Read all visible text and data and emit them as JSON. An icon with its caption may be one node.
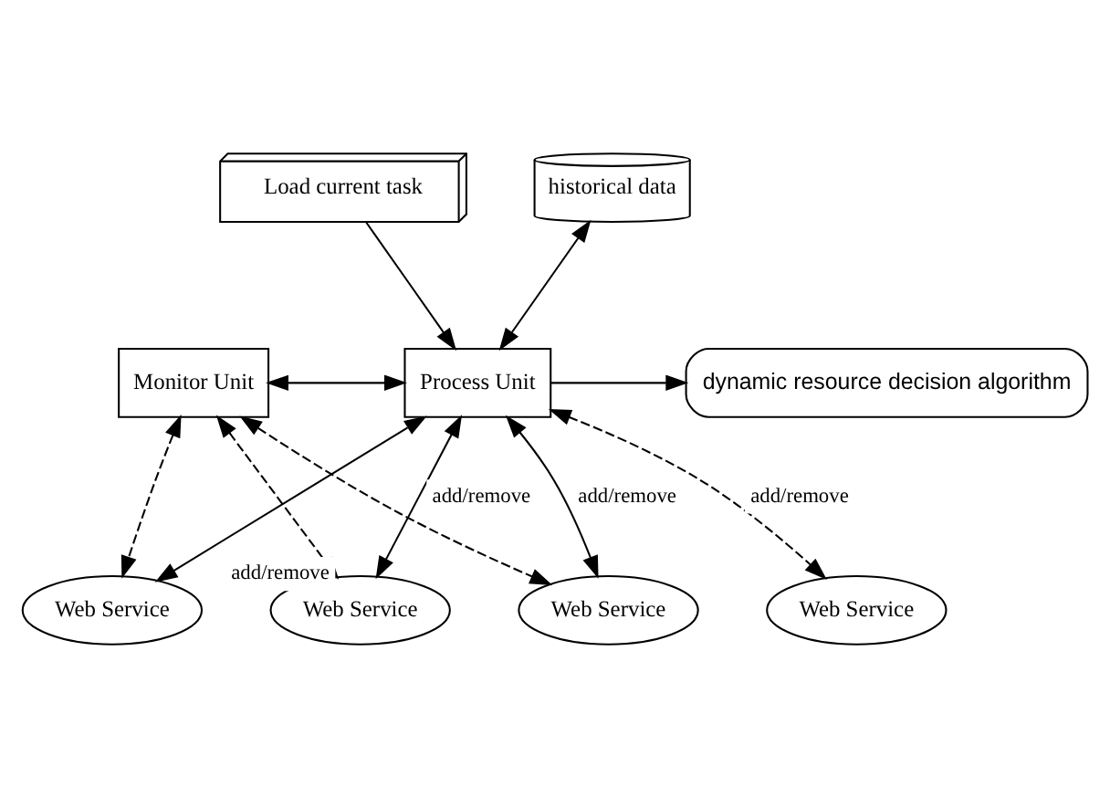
{
  "diagram": {
    "nodes": [
      {
        "text": [
          "Load current task"
        ]
      },
      {
        "text": [
          "historical data"
        ]
      },
      {
        "text": [
          "Monitor Unit"
        ]
      },
      {
        "text": [
          "Process Unit"
        ]
      },
      {
        "text": [
          "dynamic resource decision algorithm"
        ]
      },
      {
        "text": [
          "Web Service"
        ]
      },
      {
        "text": [
          "Web Service"
        ]
      },
      {
        "text": [
          "Web Service"
        ]
      },
      {
        "text": [
          "Web Service"
        ]
      }
    ],
    "edges": [
      {
        "from": 0,
        "to": 3,
        "arrow": "to"
      },
      {
        "from": 3,
        "to": 1,
        "arrow": "both"
      },
      {
        "from": 2,
        "to": 3,
        "arrow": "both"
      },
      {
        "from": 3,
        "to": 4,
        "arrow": "to"
      },
      {
        "from": 2,
        "to": 5,
        "arrow": "both",
        "style": "dashed"
      },
      {
        "from": 3,
        "to": 5,
        "arrow": "both"
      },
      {
        "from": 2,
        "to": 6,
        "arrow": "both",
        "style": "dashed",
        "label": "add/remove"
      },
      {
        "from": 3,
        "to": 6,
        "arrow": "both",
        "label": "add/remove"
      },
      {
        "from": 2,
        "to": 7,
        "arrow": "both",
        "style": "dashed"
      },
      {
        "from": 3,
        "to": 7,
        "arrow": "both",
        "label": "add/remove"
      },
      {
        "from": 3,
        "to": 8,
        "arrow": "both",
        "style": "dashed",
        "label": "add/remove"
      }
    ]
  }
}
